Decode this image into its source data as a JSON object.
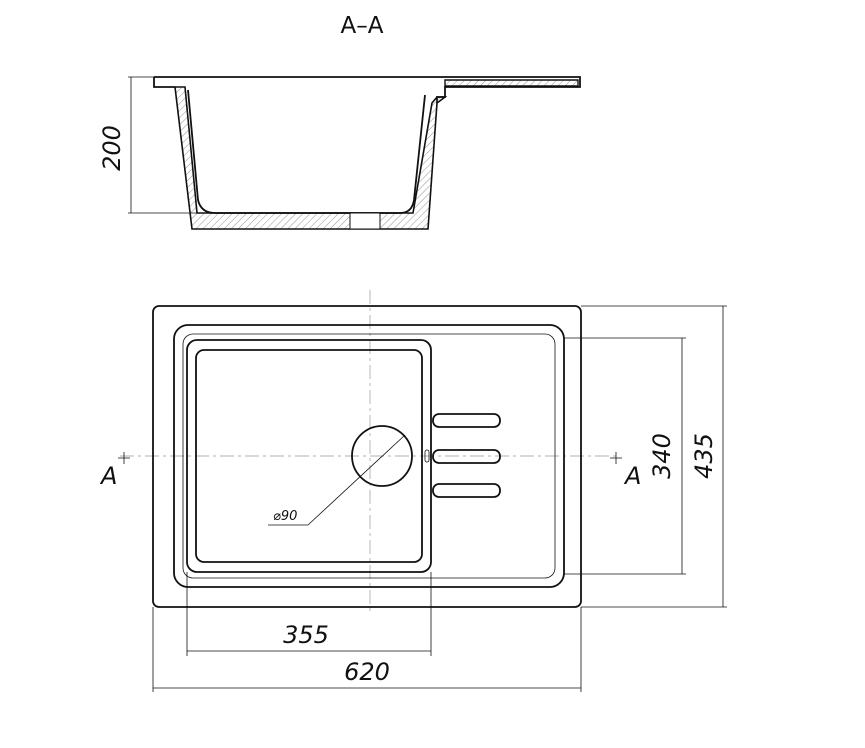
{
  "section": {
    "title": "A–A"
  },
  "dimensions": {
    "depth": "200",
    "drain_diameter": "⌀90",
    "bowl_width": "355",
    "overall_width": "620",
    "bowl_length": "340",
    "overall_length": "435"
  },
  "cut_markers": {
    "left": "A",
    "right": "A"
  }
}
